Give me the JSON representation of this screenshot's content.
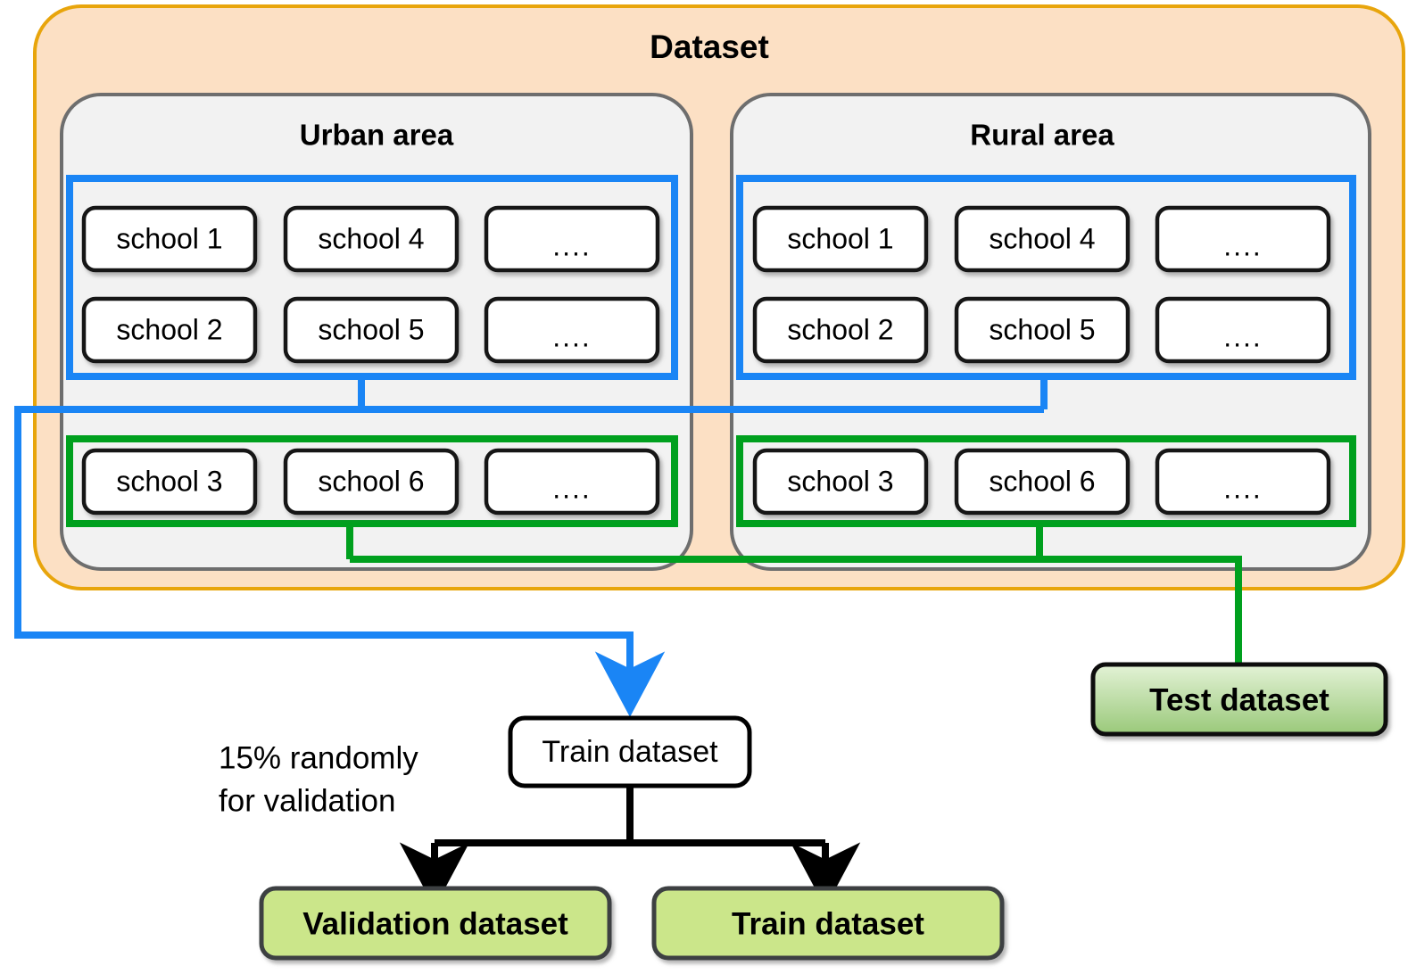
{
  "diagram": {
    "title": "Dataset",
    "areas": [
      {
        "label": "Urban area",
        "train_group": {
          "rows": [
            [
              "school 1",
              "school 4",
              "...."
            ],
            [
              "school 2",
              "school 5",
              "...."
            ]
          ]
        },
        "test_group": {
          "rows": [
            [
              "school 3",
              "school 6",
              "...."
            ]
          ]
        }
      },
      {
        "label": "Rural area",
        "train_group": {
          "rows": [
            [
              "school 1",
              "school 4",
              "...."
            ],
            [
              "school 2",
              "school 5",
              "...."
            ]
          ]
        },
        "test_group": {
          "rows": [
            [
              "school 3",
              "school 6",
              "...."
            ]
          ]
        }
      }
    ],
    "outputs": {
      "train_intermediate": "Train dataset",
      "test_dataset": "Test dataset",
      "validation_dataset": "Validation dataset",
      "train_final": "Train dataset"
    },
    "annotation": {
      "line1": "15% randomly",
      "line2": "for validation"
    },
    "colors": {
      "dataset_fill": "#fce0c4",
      "dataset_stroke": "#e8a50c",
      "area_fill": "#f2f2f2",
      "area_stroke": "#6e6e6e",
      "train_selection": "#1a85f5",
      "test_selection": "#00a01e",
      "school_fill": "#ffffff",
      "school_stroke": "#141414",
      "green_box_fill": "#cbe68a",
      "green_box_stroke": "#3c4043",
      "test_box_top": "#dff0cf",
      "test_box_bottom": "#9cc97a",
      "arrow_black": "#000000"
    }
  }
}
